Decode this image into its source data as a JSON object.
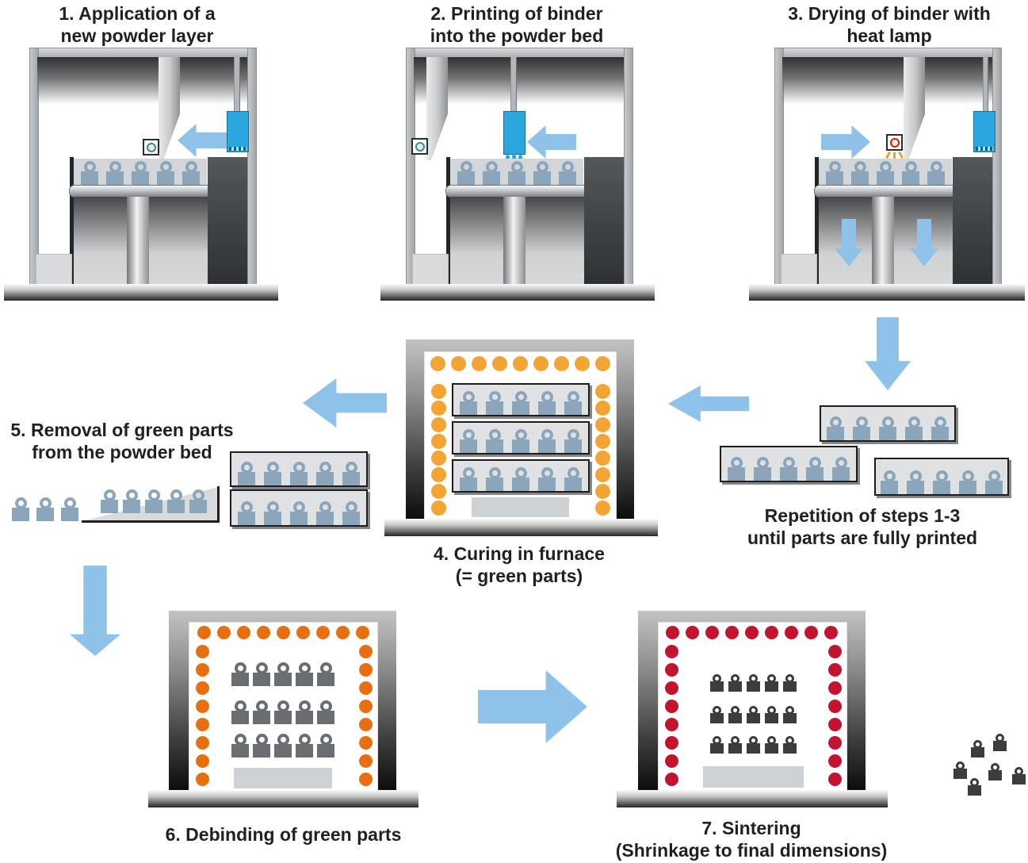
{
  "steps": {
    "s1": {
      "line1": "1. Application of a",
      "line2": "new powder layer"
    },
    "s2": {
      "line1": "2. Printing of binder",
      "line2": "into the powder bed"
    },
    "s3": {
      "line1": "3. Drying of binder with",
      "line2": "heat lamp"
    },
    "s4": {
      "line1": "4. Curing in furnace",
      "line2": "(= green parts)"
    },
    "s5": {
      "line1": "5. Removal of green parts",
      "line2": "from the powder bed"
    },
    "s6": {
      "line1": "6. Debinding of green parts"
    },
    "s7": {
      "line1": "7. Sintering",
      "line2": "(Shrinkage to final dimensions)"
    },
    "repetition": {
      "line1": "Repetition of steps 1-3",
      "line2": "until parts are fully printed"
    }
  },
  "icons": {
    "heat_lamp_inactive": "heat-lamp-icon",
    "heat_lamp_active": "heat-lamp-on-icon",
    "arrows": "process-arrow"
  },
  "colors": {
    "text": "#231f20",
    "arrow_blue": "#8fc2e9",
    "printhead_blue": "#2ba6df",
    "part_blue": "#8ba6bb",
    "curing_dot_orange": "#f2a434",
    "debinding_dot_orange": "#e86f10",
    "sintering_dot_red": "#c2132f",
    "debinding_part_gray": "#6b6e70",
    "sintered_part_dark": "#3a3d3f"
  },
  "layout": {
    "furnace_top_dots": 9,
    "furnace_side_dots": 8,
    "parts_per_row": 5,
    "furnace_part_rows": 3,
    "bed_parts": 5,
    "loose_parts": 3,
    "wedge_parts": 5,
    "repetition_trays": 3,
    "removal_trays": 2,
    "final_parts": 6
  }
}
